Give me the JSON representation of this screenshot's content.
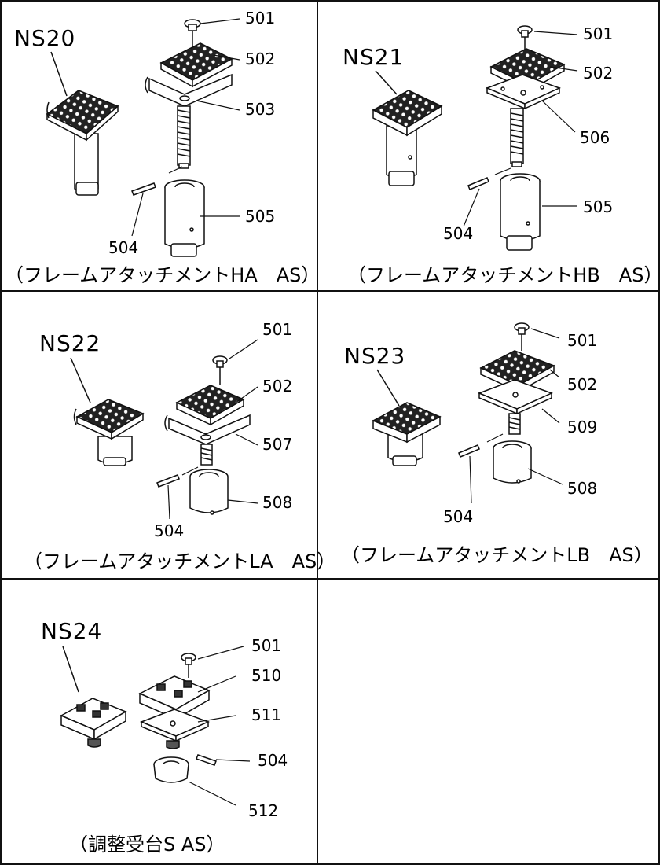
{
  "panels": [
    {
      "model": "NS20",
      "caption": "（フレームアタッチメントHA　AS）",
      "parts": [
        "501",
        "502",
        "503",
        "505",
        "504"
      ]
    },
    {
      "model": "NS21",
      "caption": "（フレームアタッチメントHB　AS）",
      "parts": [
        "501",
        "502",
        "506",
        "505",
        "504"
      ]
    },
    {
      "model": "NS22",
      "caption": "（フレームアタッチメントLA　AS）",
      "parts": [
        "501",
        "502",
        "507",
        "508",
        "504"
      ]
    },
    {
      "model": "NS23",
      "caption": "（フレームアタッチメントLB　AS）",
      "parts": [
        "501",
        "502",
        "509",
        "508",
        "504"
      ]
    },
    {
      "model": "NS24",
      "caption": "（調整受台S AS）",
      "parts": [
        "501",
        "510",
        "511",
        "504",
        "512"
      ]
    }
  ]
}
